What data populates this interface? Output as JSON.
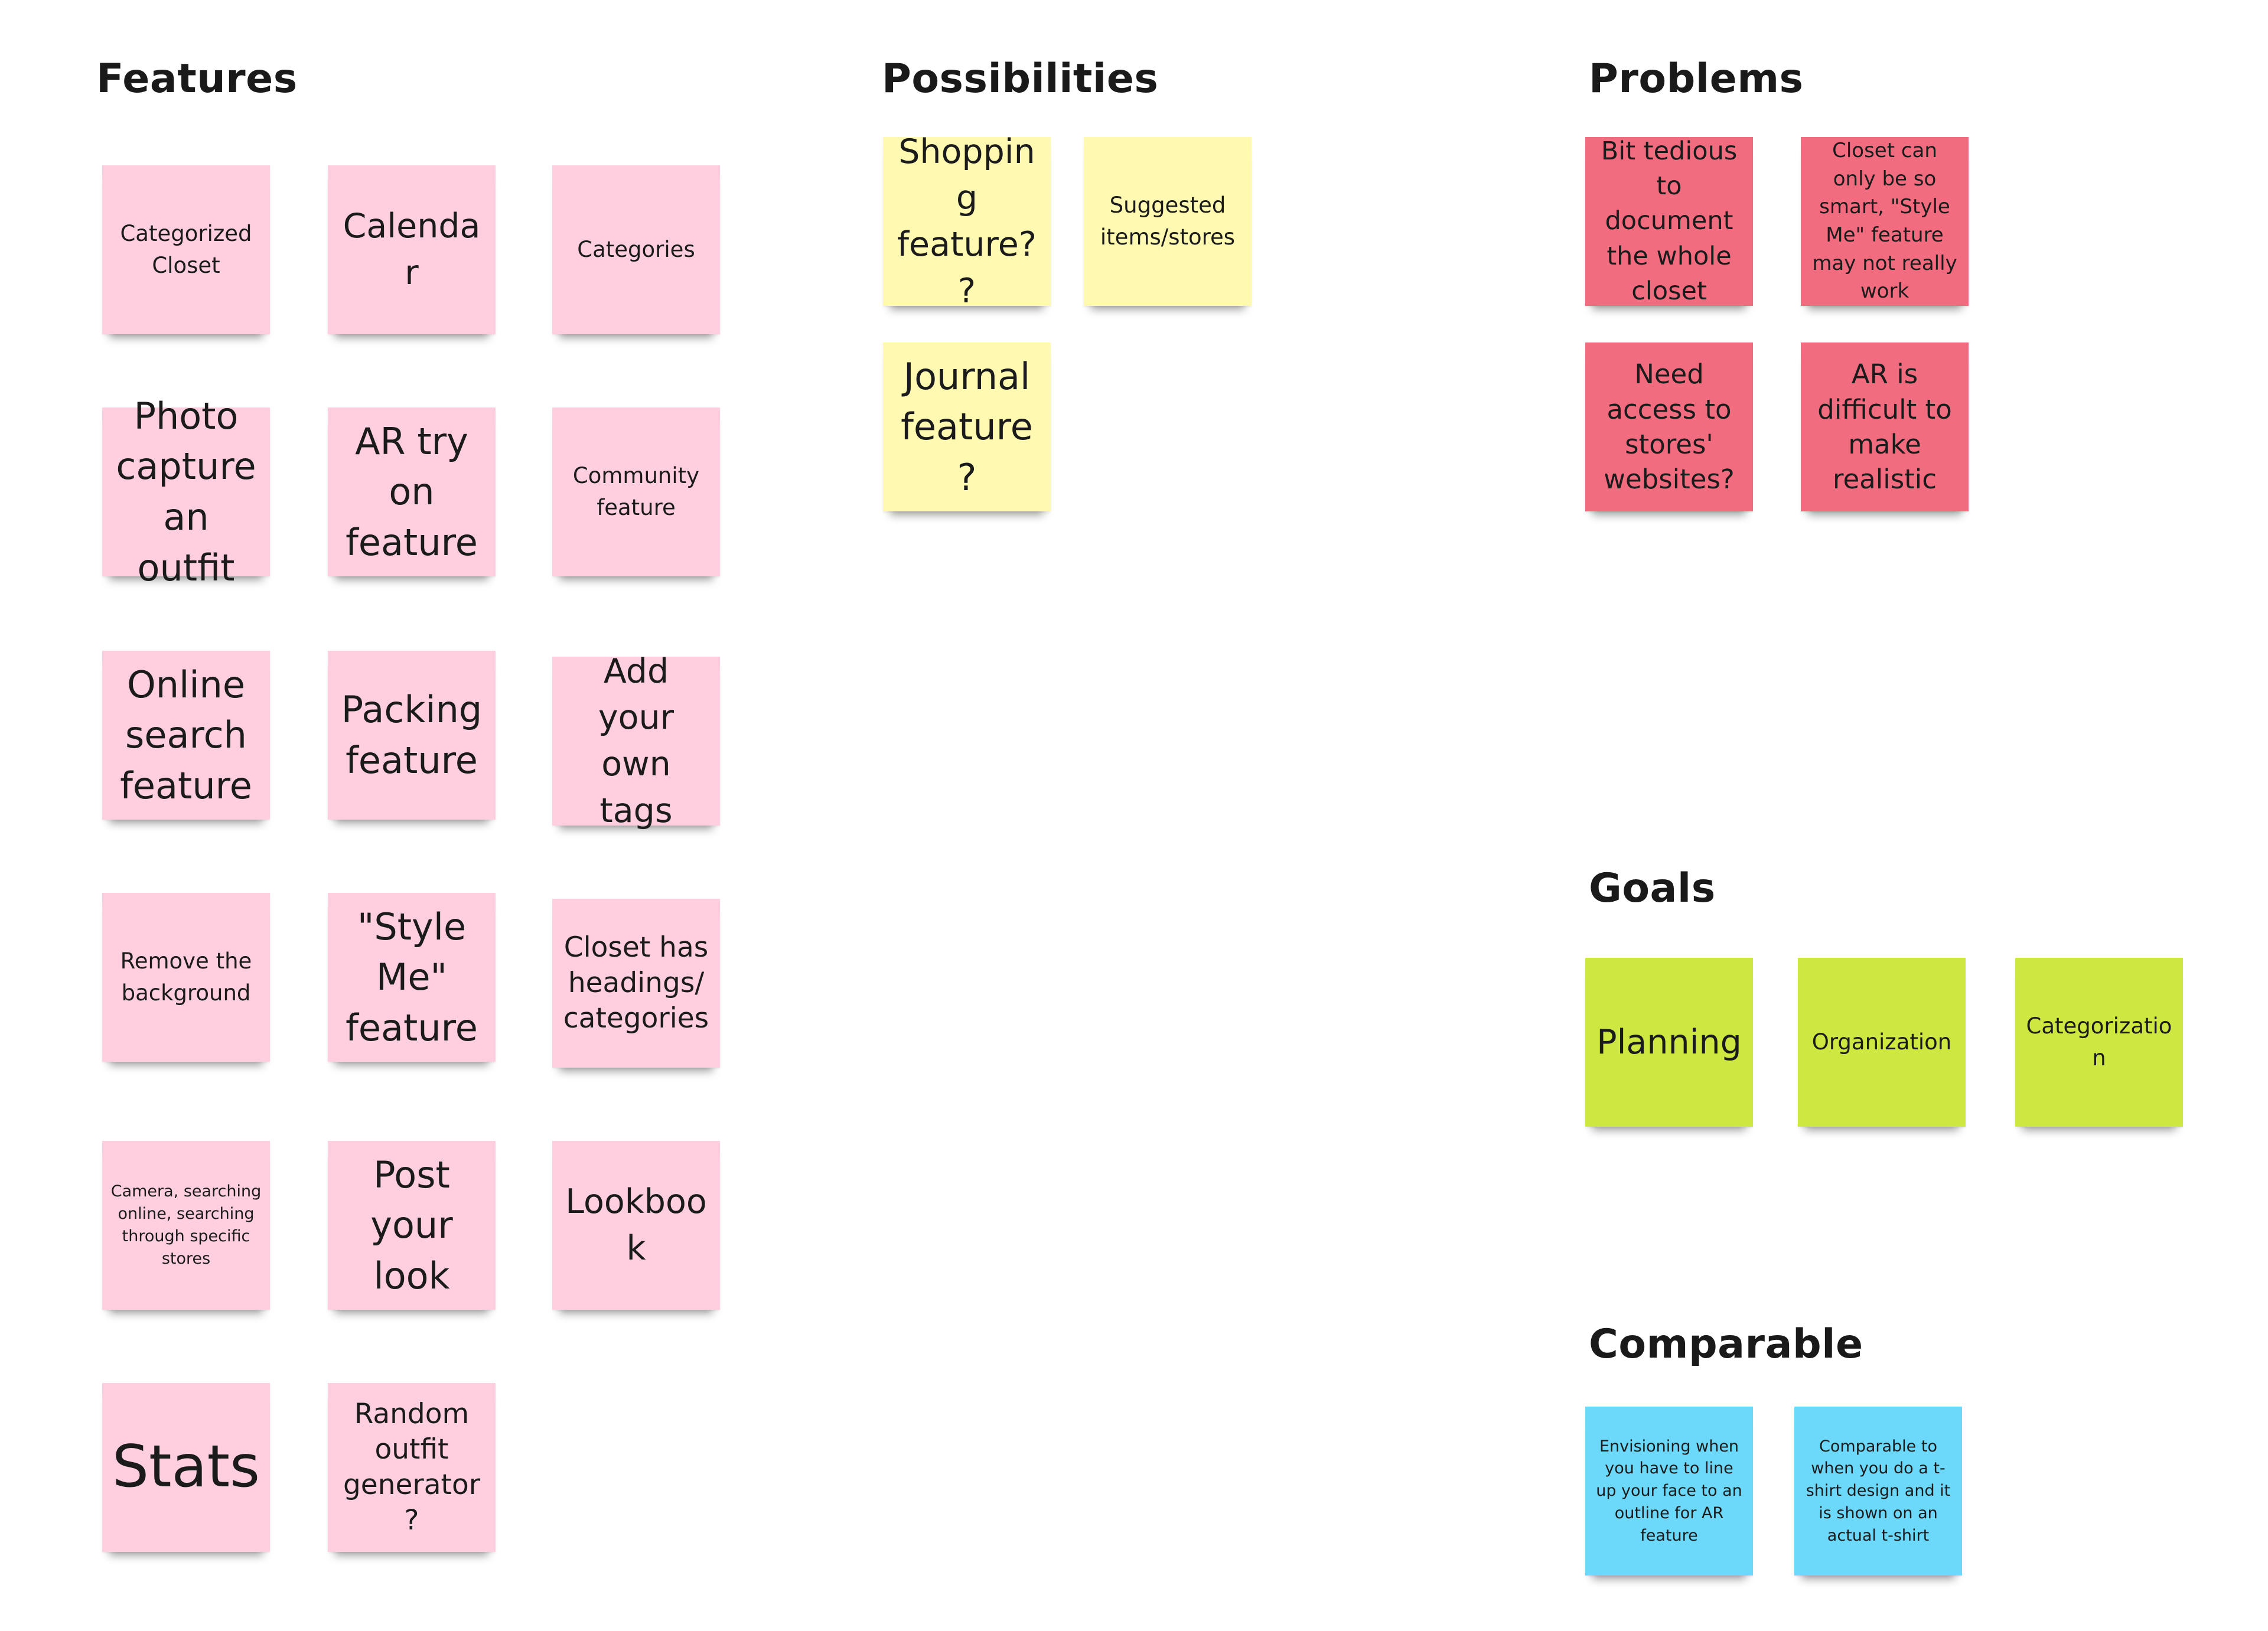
{
  "board": {
    "sections": {
      "features": "Features",
      "possibilities": "Possibilities",
      "problems": "Problems",
      "goals": "Goals",
      "comparable": "Comparable"
    },
    "colors": {
      "features": "#ffcfdf",
      "possibilities": "#fff9b1",
      "problems": "#f16c7f",
      "goals": "#cee741",
      "comparable": "#6cd8fa"
    }
  },
  "features": [
    "Categorized Closet",
    "Calendar",
    "Categories",
    "Photo capture an outfit",
    "AR try on feature",
    "Community feature",
    "Online search feature",
    "Packing feature",
    "Add your own tags",
    "Remove the background",
    "\"Style Me\" feature",
    "Closet has headings/ categories",
    "Camera, searching online, searching through specific stores",
    "Post your look",
    "Lookbook",
    "Stats",
    "Random outfit generator?"
  ],
  "possibilities": [
    "Shopping feature??",
    "Suggested items/stores",
    "Journal feature?"
  ],
  "problems": [
    "Bit tedious to document the whole closet",
    "Closet can only be so smart, \"Style Me\" feature may not really work",
    "Need access to stores' websites?",
    "AR is difficult to make realistic"
  ],
  "goals": [
    "Planning",
    "Organization",
    "Categorization"
  ],
  "comparable": [
    "Envisioning when you have to line up your face to an outline for AR feature",
    "Comparable to when you do a t-shirt design and it is shown on an actual t-shirt"
  ]
}
